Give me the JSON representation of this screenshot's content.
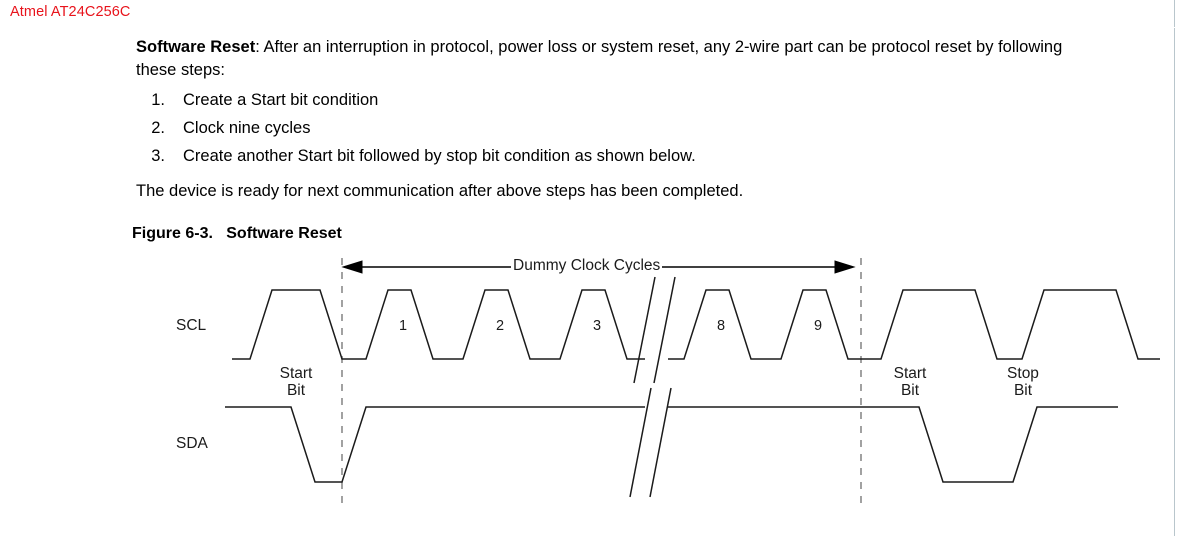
{
  "document": {
    "header": "Atmel AT24C256C",
    "header_color": "#e8131b",
    "paragraph_1_bold": "Software Reset",
    "paragraph_1_rest": ": After an interruption in protocol, power loss or system reset, any 2-wire part can be protocol reset by following these steps:",
    "steps": [
      {
        "number": "1.",
        "text": "Create a Start bit condition"
      },
      {
        "number": "2.",
        "text": "Clock nine cycles"
      },
      {
        "number": "3.",
        "text": "Create another Start bit followed by stop bit condition as shown below."
      }
    ],
    "paragraph_2": "The device is ready for next communication after above steps has been completed.",
    "figure_caption": "Figure 6-3.   Software Reset"
  },
  "figure": {
    "signals": {
      "scl_label": "SCL",
      "sda_label": "SDA"
    },
    "annotations": {
      "dummy_clock_cycles": "Dummy Clock Cycles",
      "start_bit_left_line1": "Start",
      "start_bit_left_line2": "Bit",
      "start_bit_right_line1": "Start",
      "start_bit_right_line2": "Bit",
      "stop_bit_line1": "Stop",
      "stop_bit_line2": "Bit"
    },
    "clock_cycle_numbers": [
      "1",
      "2",
      "3",
      "8",
      "9"
    ],
    "line_color": "#1b1b1b",
    "dashed_color": "#8a8a8a"
  },
  "chart_data": {
    "type": "line",
    "title": "Software Reset timing diagram",
    "xlabel": "",
    "ylabel": "",
    "series": [
      {
        "name": "SCL",
        "description": "Clock line: start-bit pulse, dummy clock cycles 1,2,3 ... 8,9, then start bit and stop bit pulses",
        "levels": [
          "low",
          "high",
          "low",
          "high",
          "low",
          "high",
          "low",
          "high",
          "low",
          "break",
          "high",
          "low",
          "high",
          "low",
          "high",
          "low",
          "high",
          "low"
        ]
      },
      {
        "name": "SDA",
        "description": "Data line: high, falls low for start bit, returns high through dummy clocks, falls low for second start bit, returns high for stop bit",
        "levels": [
          "high",
          "low",
          "high",
          "break",
          "high",
          "low",
          "high"
        ]
      }
    ],
    "annotations": [
      "Dummy Clock Cycles",
      "Start Bit",
      "Start Bit",
      "Stop Bit"
    ],
    "legend_position": "left-axis-labels",
    "grid": false
  }
}
